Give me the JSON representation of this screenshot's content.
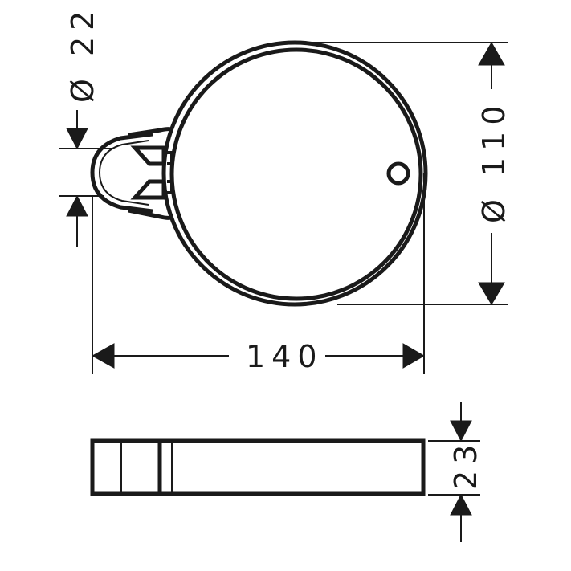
{
  "drawing": {
    "title": "Technical dimension drawing - round shelf with rail clamp",
    "ink_color": "#1a1a1a",
    "background": "#ffffff"
  },
  "views": {
    "top_view": {
      "description": "Plan view of circular plate with clamp holder"
    },
    "side_view": {
      "description": "Side elevation of plate"
    }
  },
  "dimensions": {
    "clamp_diameter": {
      "symbol": "Ø",
      "value": "22",
      "label": "Ø 22"
    },
    "plate_diameter": {
      "symbol": "Ø",
      "value": "110",
      "label": "Ø 110"
    },
    "overall_length": {
      "value": "140",
      "label": "140"
    },
    "height": {
      "value": "23",
      "label": "23"
    }
  }
}
